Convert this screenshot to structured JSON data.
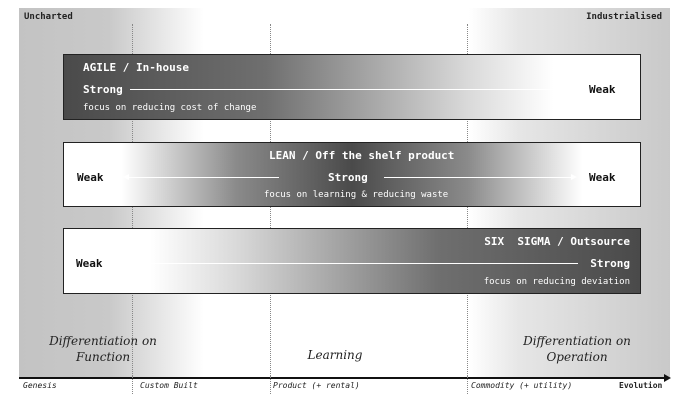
{
  "corners": {
    "left": "Uncharted",
    "right": "Industrialised"
  },
  "bands": [
    {
      "title": "AGILE / In-house",
      "left_label": "Strong",
      "right_label": "Weak",
      "description": "focus on reducing cost of change"
    },
    {
      "title": "LEAN / Off the shelf product",
      "left_label": "Weak",
      "center_label": "Strong",
      "right_label": "Weak",
      "description": "focus on learning & reducing waste"
    },
    {
      "title": "SIX  SIGMA / Outsource",
      "left_label": "Weak",
      "right_label": "Strong",
      "description": "focus on reducing deviation"
    }
  ],
  "bottom_labels": {
    "left": "Differentiation on Function",
    "center": "Learning",
    "right": "Differentiation on Operation"
  },
  "axis": {
    "stages": [
      "Genesis",
      "Custom Built",
      "Product (+ rental)",
      "Commodity (+ utility)"
    ],
    "label": "Evolution"
  }
}
